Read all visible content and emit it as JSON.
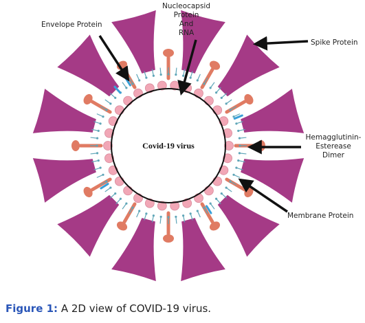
{
  "labels": {
    "envelope": "Envelope Protein",
    "nucleo": [
      "Nucleocapsid",
      "Protein",
      "And",
      "RNA"
    ],
    "spike": "Spike Protein",
    "hemag": [
      "Hemagglutinin-",
      "Esterease",
      "Dimer"
    ],
    "membrane": "Membrane Protein",
    "center": "Covid-19 virus"
  },
  "caption": {
    "prefix": "Figure 1:",
    "text": " A 2D view of COVID-19 virus."
  },
  "colors": {
    "spike": "#a53a86",
    "stick": "#e07b63",
    "bead": "#f1a7b6",
    "beadEdge": "#d98b9c",
    "lipid": "#5fa6b8",
    "envelope": "#3aa0d8",
    "ring": "#111111"
  }
}
